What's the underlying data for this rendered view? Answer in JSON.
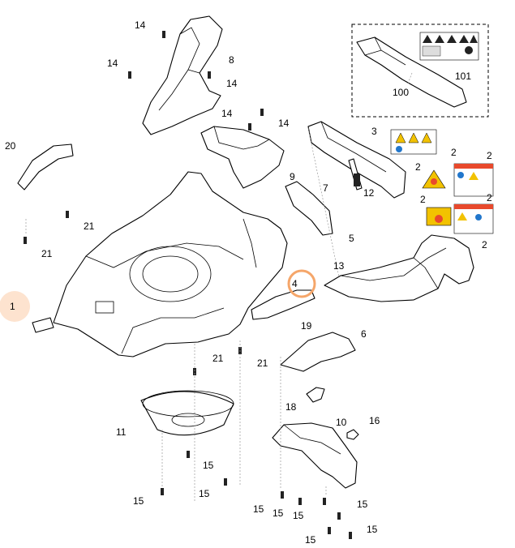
{
  "colors": {
    "highlight": "#f5a66a",
    "highlight_fill": "#fde3cf",
    "warning_yellow": "#f2c200",
    "label_red": "#e8492c",
    "label_blue": "#2277cc"
  },
  "callouts": {
    "c1": "1",
    "c2a": "2",
    "c2b": "2",
    "c2c": "2",
    "c2d": "2",
    "c2e": "2",
    "c2f": "2",
    "c3": "3",
    "c4": "4",
    "c5": "5",
    "c6": "6",
    "c7": "7",
    "c8": "8",
    "c9": "9",
    "c10": "10",
    "c11": "11",
    "c12": "12",
    "c13": "13",
    "c14a": "14",
    "c14b": "14",
    "c14c": "14",
    "c14d": "14",
    "c14e": "14",
    "c15a": "15",
    "c15b": "15",
    "c15c": "15",
    "c15d": "15",
    "c15e": "15",
    "c15f": "15",
    "c15g": "15",
    "c15h": "15",
    "c15i": "15",
    "c16": "16",
    "c18": "18",
    "c19": "19",
    "c20": "20",
    "c21a": "21",
    "c21b": "21",
    "c21c": "21",
    "c21d": "21",
    "c100": "100",
    "c101": "101"
  },
  "highlighted_callouts": [
    "1",
    "4"
  ],
  "icons": [
    "warning-triangle-icon",
    "hand-hazard-icon",
    "foot-hazard-icon",
    "book-icon",
    "stop-sign-icon",
    "bolt-icon"
  ]
}
